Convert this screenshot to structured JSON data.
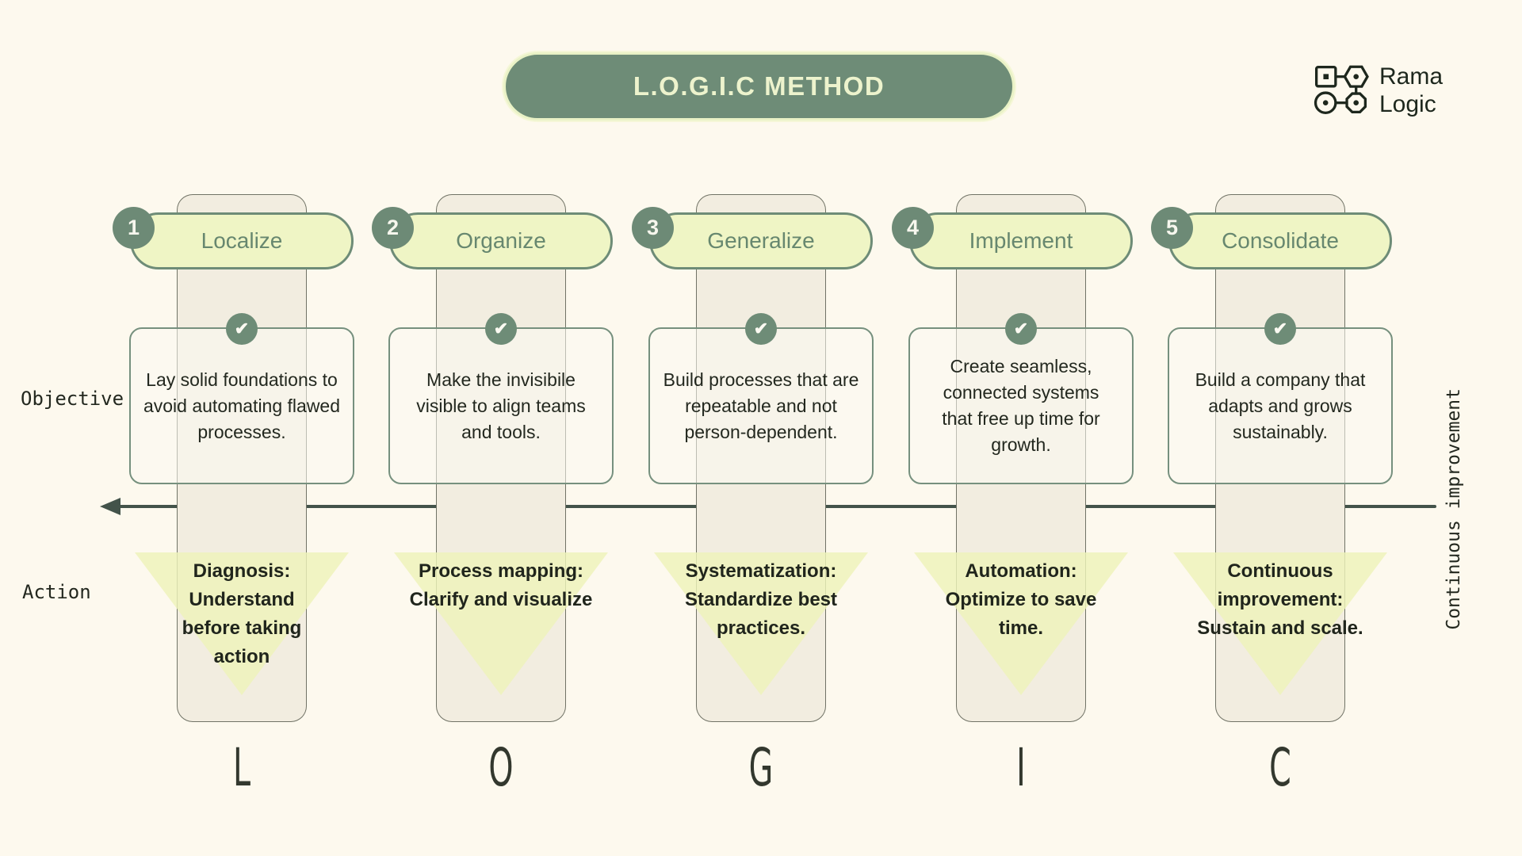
{
  "title": "L.O.G.I.C METHOD",
  "brand": {
    "line1": "Rama",
    "line2": "Logic"
  },
  "row_labels": {
    "objective": "Objective",
    "action": "Action"
  },
  "side_label": "Continuous improvement",
  "check_glyph": "✔",
  "columns": [
    {
      "number": "1",
      "name": "Localize",
      "objective": "Lay solid foundations to\navoid automating flawed\nprocesses.",
      "action": "Diagnosis:\nUnderstand\nbefore taking\naction",
      "letter": "L"
    },
    {
      "number": "2",
      "name": "Organize",
      "objective": "Make the invisibile\nvisible to align teams\nand tools.",
      "action": "Process mapping:\nClarify and visualize",
      "letter": "O"
    },
    {
      "number": "3",
      "name": "Generalize",
      "objective": "Build processes that are\nrepeatable and not\nperson-dependent.",
      "action": "Systematization:\nStandardize best\npractices.",
      "letter": "G"
    },
    {
      "number": "4",
      "name": "Implement",
      "objective": "Create seamless,\nconnected systems\nthat free up time for\ngrowth.",
      "action": "Automation:\nOptimize to save\ntime.",
      "letter": "I"
    },
    {
      "number": "5",
      "name": "Consolidate",
      "objective": "Build a company that\nadapts and grows\nsustainably.",
      "action": "Continuous\nimprovement:\nSustain and scale.",
      "letter": "C"
    }
  ],
  "colors": {
    "background": "#FDF9EE",
    "sage": "#6E8C77",
    "leaf": "#EFF5C5",
    "column_fill": "#F2EDE0",
    "arrow": "#43534A",
    "dark_text": "#23281F"
  }
}
